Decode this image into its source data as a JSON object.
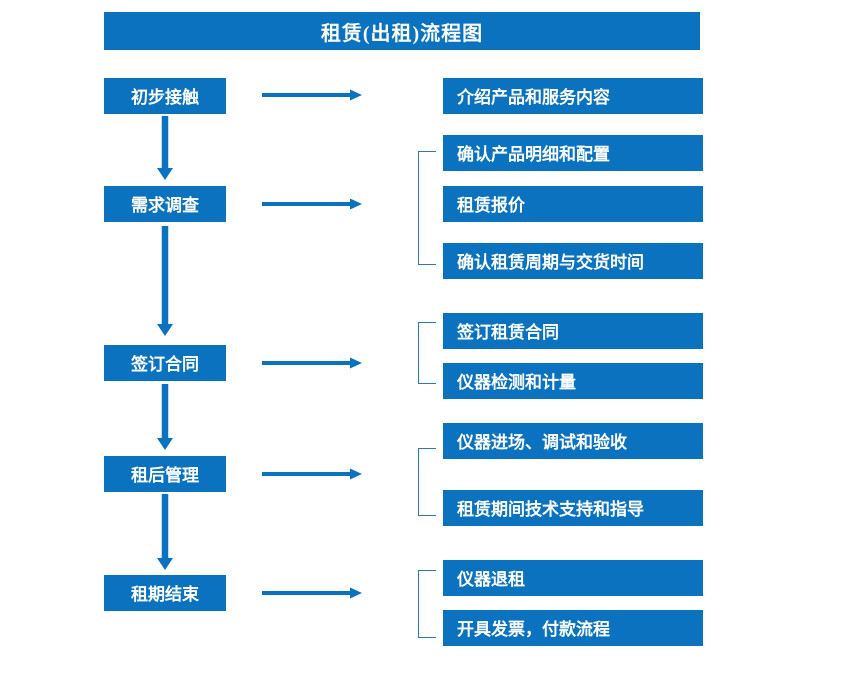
{
  "diagram": {
    "title": "租赁(出租)流程图",
    "theme": {
      "box_fill": "#0b72bf",
      "box_text": "#ffffff",
      "arrow": "#0b72bf",
      "bracket": "#2f77b5",
      "background": "#ffffff"
    },
    "stages": [
      {
        "key": "stage-1",
        "label": "初步接触",
        "details": [
          "介绍产品和服务内容"
        ],
        "has_bracket": false,
        "has_down_arrow": true
      },
      {
        "key": "stage-2",
        "label": "需求调查",
        "details": [
          "确认产品明细和配置",
          "租赁报价",
          "确认租赁周期与交货时间"
        ],
        "has_bracket": true,
        "has_down_arrow": true
      },
      {
        "key": "stage-3",
        "label": "签订合同",
        "details": [
          "签订租赁合同",
          "仪器检测和计量"
        ],
        "has_bracket": true,
        "has_down_arrow": true
      },
      {
        "key": "stage-4",
        "label": "租后管理",
        "details": [
          "仪器进场、调试和验收",
          "租赁期间技术支持和指导"
        ],
        "has_bracket": true,
        "has_down_arrow": true
      },
      {
        "key": "stage-5",
        "label": "租期结束",
        "details": [
          "仪器退租",
          "开具发票，付款流程"
        ],
        "has_bracket": true,
        "has_down_arrow": false
      }
    ],
    "icons": {
      "right_arrow": "right-arrow-icon",
      "down_arrow": "down-arrow-icon",
      "bracket": "group-bracket-icon"
    }
  }
}
